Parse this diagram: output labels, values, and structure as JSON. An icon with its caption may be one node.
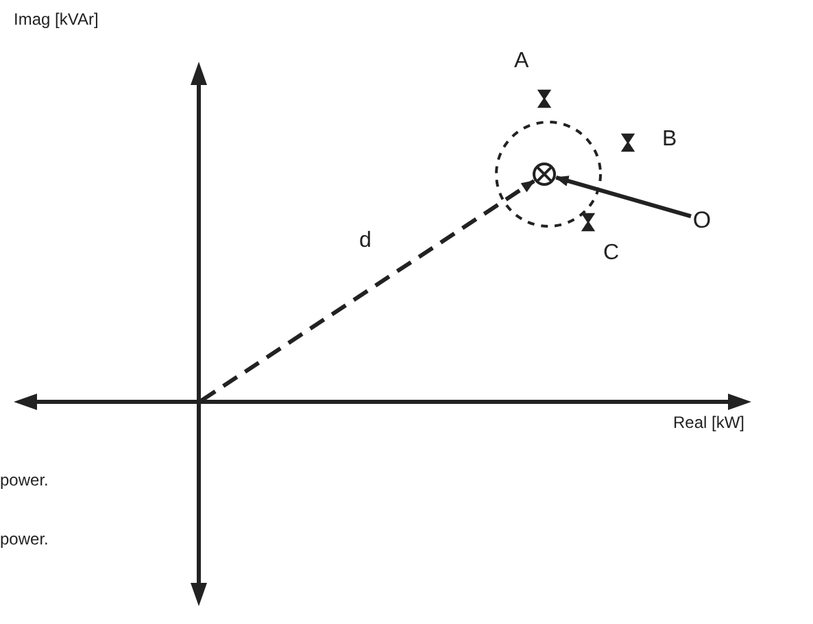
{
  "diagram": {
    "nodes": [
      {
        "text": [],
        "shape": "circle"
      },
      {
        "text": [
          "O"
        ]
      }
    ],
    "edges": [
      {
        "from": null,
        "to": 0,
        "arrow": "to",
        "style": "dashed",
        "label": "d"
      },
      {
        "from": 1,
        "to": 0,
        "arrow": "to"
      }
    ],
    "labels": [
      "Imag [kVAr]",
      "A",
      "B",
      "C",
      "Real [kW]",
      "power.",
      "power."
    ]
  }
}
